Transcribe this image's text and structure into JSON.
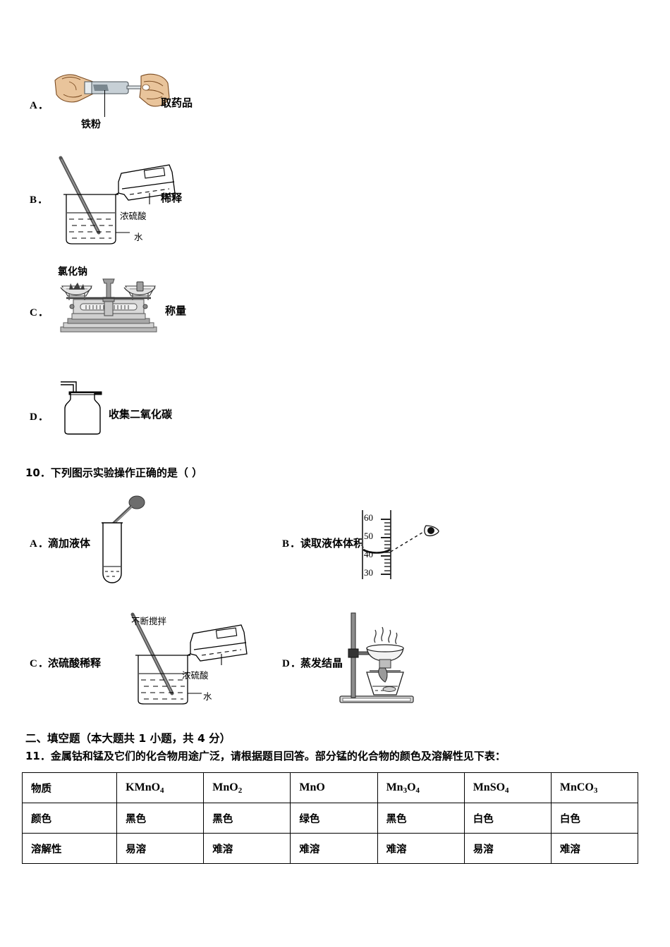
{
  "questions": [
    {
      "id": "q9",
      "options": [
        {
          "letter": "A．",
          "label": "取药品",
          "figure_caption": "铁粉",
          "figure": "hands-test-tube"
        },
        {
          "letter": "B．",
          "label": "稀释",
          "figure": "beaker-dilution",
          "figure_labels": [
            "浓硫酸",
            "水"
          ]
        },
        {
          "letter": "C．",
          "label": "称量",
          "figure": "balance-scale",
          "figure_caption": "氯化钠"
        },
        {
          "letter": "D．",
          "label": "收集二氧化碳",
          "figure": "gas-collecting-bottle"
        }
      ]
    },
    {
      "id": "q10",
      "stem": "10．下列图示实验操作正确的是（   ）",
      "options": [
        {
          "letter": "A．",
          "label": "滴加液体",
          "figure": "dropper-test-tube"
        },
        {
          "letter": "B．",
          "label": "读取液体体积",
          "figure": "graduated-cylinder-eye",
          "scale_ticks": [
            "60",
            "50",
            "40",
            "30"
          ]
        },
        {
          "letter": "C．",
          "label": "浓硫酸稀释",
          "figure": "beaker-dilution-stir",
          "figure_labels": [
            "不断搅拌",
            "浓硫酸",
            "水"
          ]
        },
        {
          "letter": "D．",
          "label": "蒸发结晶",
          "figure": "evaporation-stand"
        }
      ]
    }
  ],
  "section2": {
    "heading": "二、填空题（本大题共 1 小题，共 4 分）",
    "question": "11．金属钴和锰及它们的化合物用途广泛，请根据题目回答。部分锰的化合物的颜色及溶解性见下表："
  },
  "table": {
    "rows": [
      {
        "header": "物质",
        "cells": [
          {
            "base": "KMnO",
            "sub": "4",
            "post": ""
          },
          {
            "base": "MnO",
            "sub": "2",
            "post": ""
          },
          {
            "base": "MnO",
            "sub": "",
            "post": ""
          },
          {
            "base": "Mn",
            "sub": "3",
            "post": "O",
            "sub2": "4"
          },
          {
            "base": "MnSO",
            "sub": "4",
            "post": ""
          },
          {
            "base": "MnCO",
            "sub": "3",
            "post": ""
          }
        ]
      },
      {
        "header": "颜色",
        "values": [
          "黑色",
          "黑色",
          "绿色",
          "黑色",
          "白色",
          "白色"
        ]
      },
      {
        "header": "溶解性",
        "values": [
          "易溶",
          "难溶",
          "难溶",
          "难溶",
          "易溶",
          "难溶"
        ]
      }
    ]
  },
  "colors": {
    "skin": "#e9c49b",
    "skin_dark": "#c78f58",
    "glass": "#b9c3c9",
    "metal_gray": "#8a8a8a",
    "ink": "#000000"
  }
}
